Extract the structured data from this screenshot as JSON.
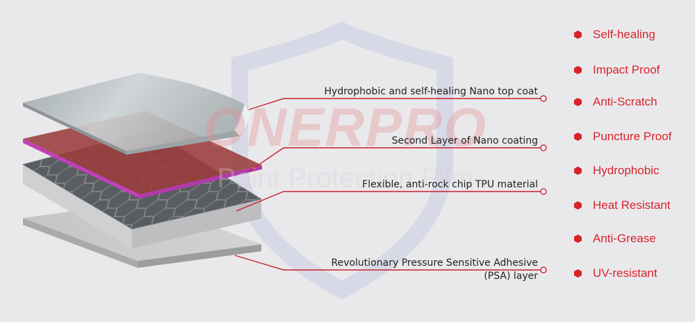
{
  "watermark": {
    "brand": "ONERPRO",
    "tagline": "Paint Protection Film"
  },
  "layers": [
    {
      "label_lines": [
        "Hydrophobic and self-healing Nano top coat"
      ]
    },
    {
      "label_lines": [
        "Second Layer of Nano coating"
      ]
    },
    {
      "label_lines": [
        "Flexible, anti-rock chip TPU material"
      ]
    },
    {
      "label_lines": [
        "Revolutionary Pressure Sensitive Adhesive",
        "(PSA) layer"
      ]
    }
  ],
  "features": [
    "Self-healing",
    "Impact Proof",
    "Anti-Scratch",
    "Puncture Proof",
    "Hydrophobic",
    "Heat Resistant",
    "Anti-Grease",
    "UV-resistant"
  ],
  "colors": {
    "accent_red": "#d8232a",
    "leader_line": "#c8202a",
    "nano_layer": "#9a3c3b",
    "nano_edge": "#c040b8",
    "tpu_top": "#585b5e",
    "film_grey": "#c7c8ca"
  }
}
